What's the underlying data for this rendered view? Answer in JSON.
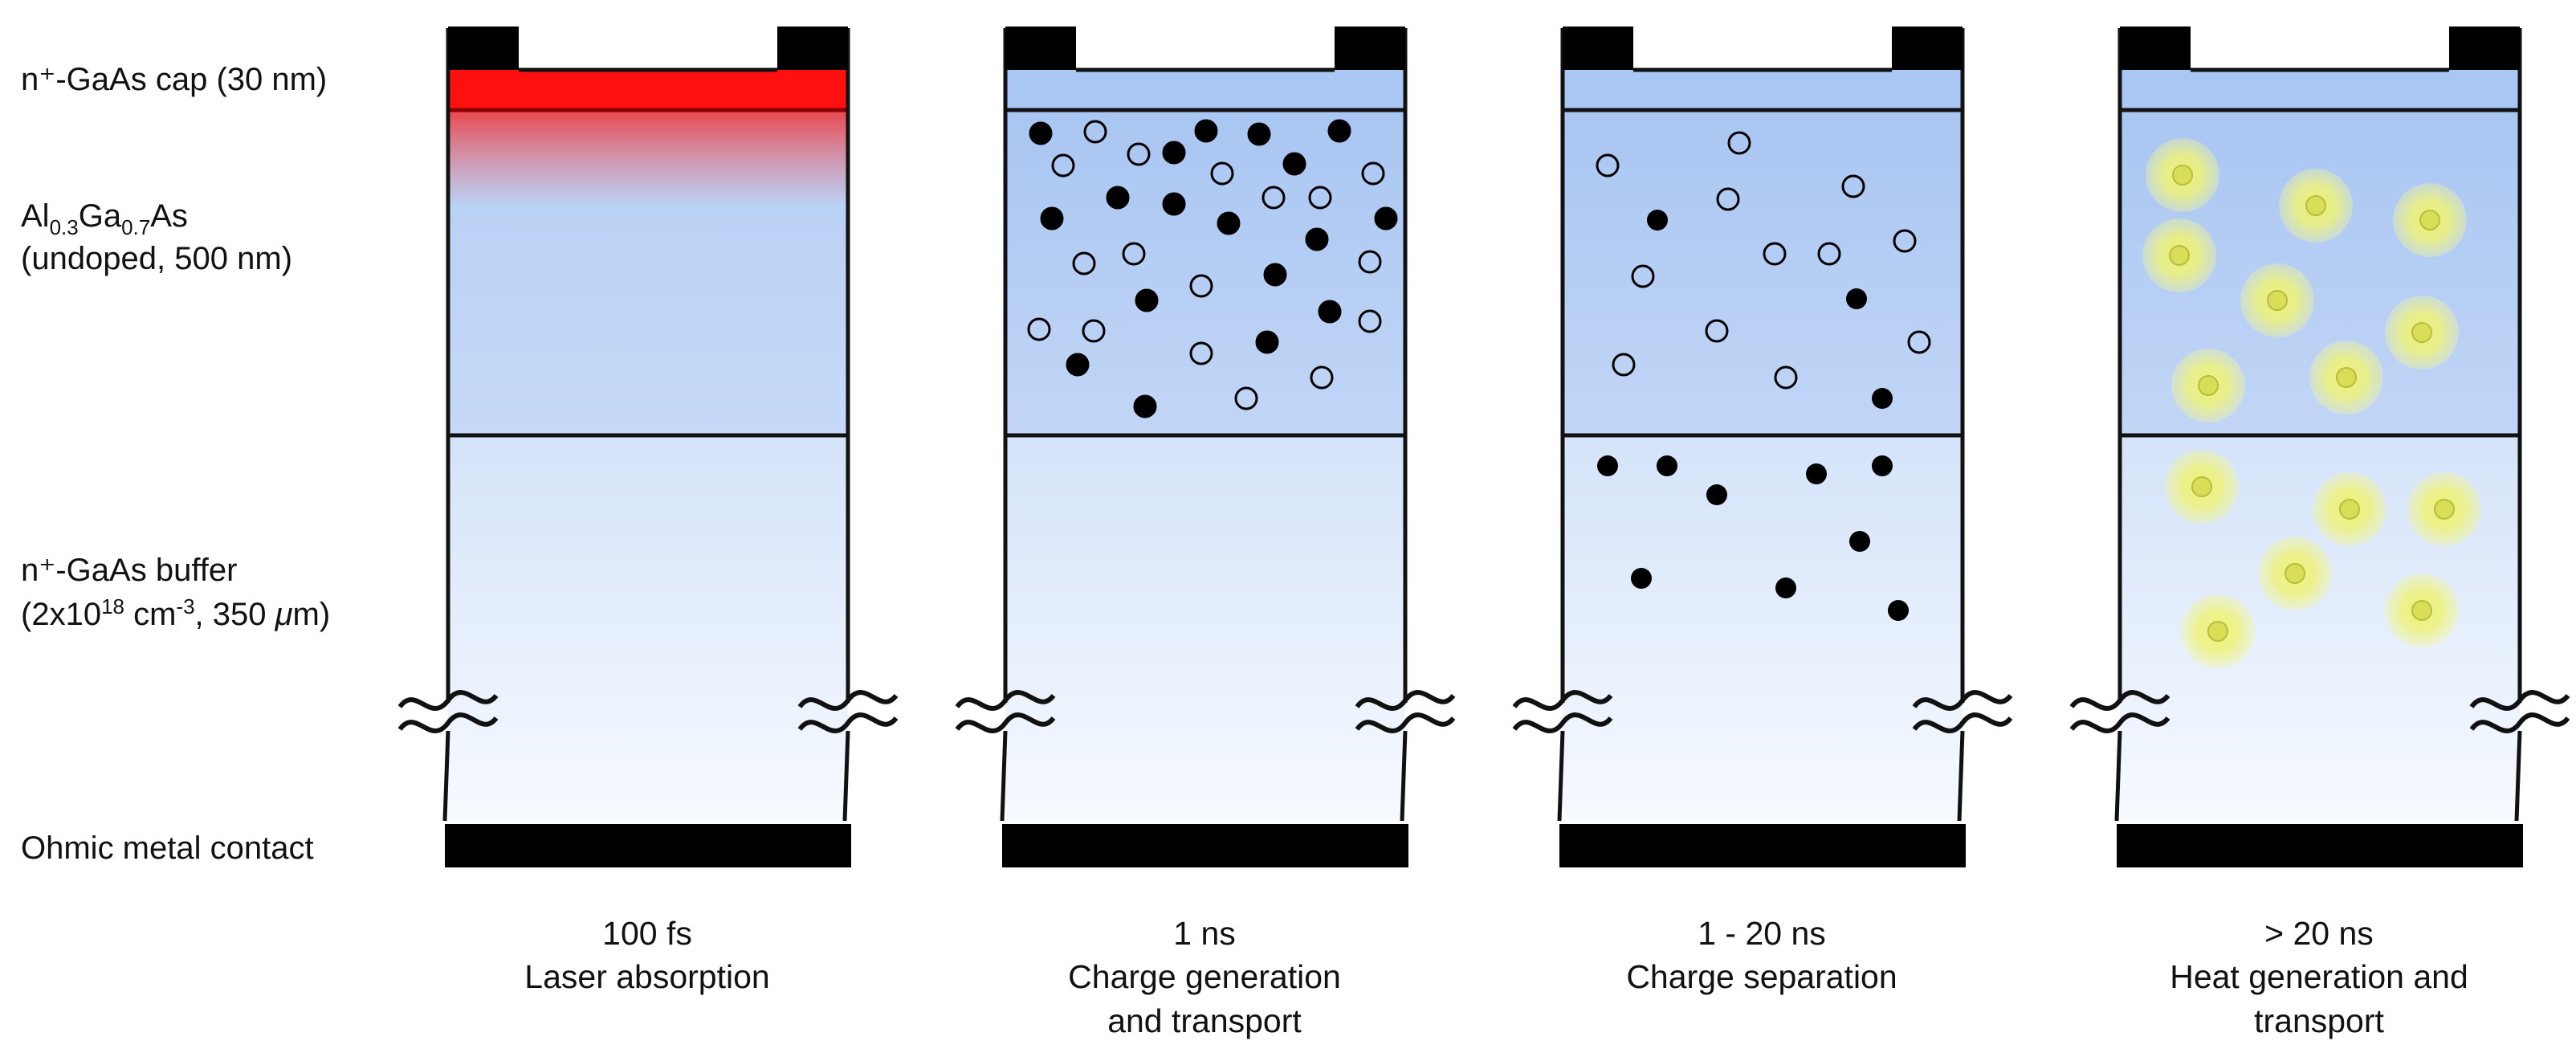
{
  "labels": {
    "cap_layer": "n⁺-GaAs cap (30 nm)",
    "algaas_a": "Al",
    "algaas_s1": "0.3",
    "algaas_b": "Ga",
    "algaas_s2": "0.7",
    "algaas_c": "As",
    "algaas_line2": "(undoped, 500 nm)",
    "buffer_line1": "n⁺-GaAs buffer",
    "buffer_line2a": "(2x10",
    "buffer_sup1": "18",
    "buffer_line2b": " cm",
    "buffer_sup2": "-3",
    "buffer_line2c": ", 350 ",
    "buffer_mu": "μ",
    "buffer_line2d": "m)",
    "contact": "Ohmic metal contact"
  },
  "stages": [
    {
      "time": "100 fs",
      "desc": [
        "Laser absorption"
      ]
    },
    {
      "time": "1 ns",
      "desc": [
        "Charge generation",
        "and transport"
      ]
    },
    {
      "time": "1 - 20 ns",
      "desc": [
        "Charge separation"
      ]
    },
    {
      "time": "> 20 ns",
      "desc": [
        "Heat generation and",
        "transport"
      ]
    }
  ],
  "colors": {
    "laser_red": "#ff1414",
    "algaas_blue": "#a9c6f2",
    "buffer_blue": "#d6e4f9",
    "heat_yellow": "#e8ee7a",
    "metal": "#000000"
  }
}
